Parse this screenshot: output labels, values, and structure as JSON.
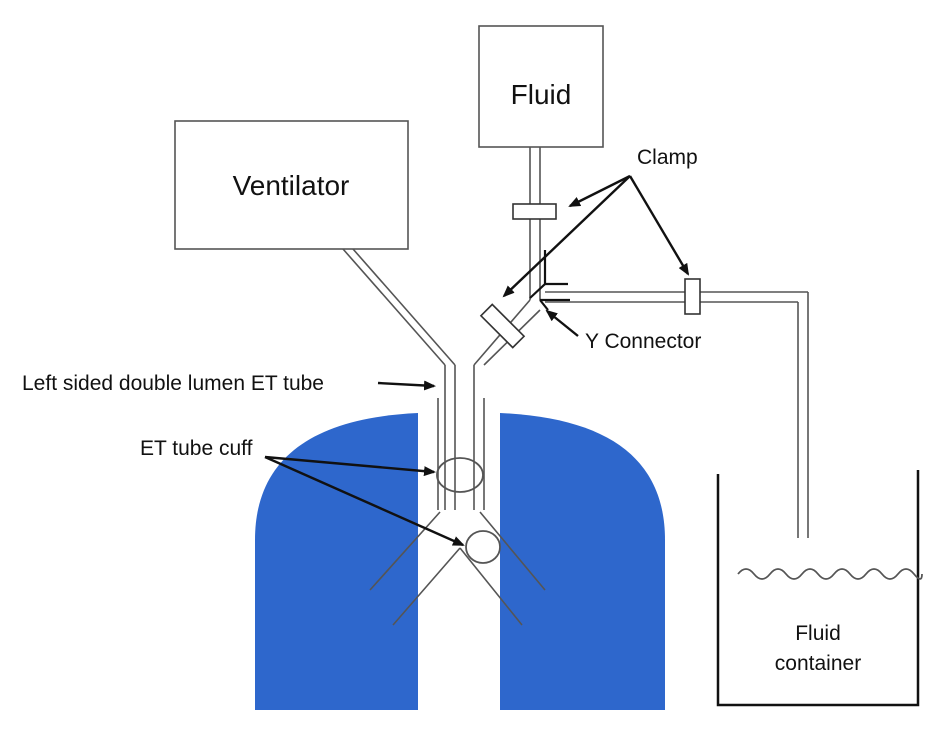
{
  "labels": {
    "ventilator": "Ventilator",
    "fluid": "Fluid",
    "clamp": "Clamp",
    "y_connector": "Y Connector",
    "et_tube": "Left sided double lumen ET tube",
    "et_cuff": "ET tube cuff",
    "fluid_container_line1": "Fluid",
    "fluid_container_line2": "container"
  },
  "colors": {
    "lung": "#2e67cc",
    "outline": "#555555",
    "arrow": "#111111",
    "background": "#ffffff"
  }
}
